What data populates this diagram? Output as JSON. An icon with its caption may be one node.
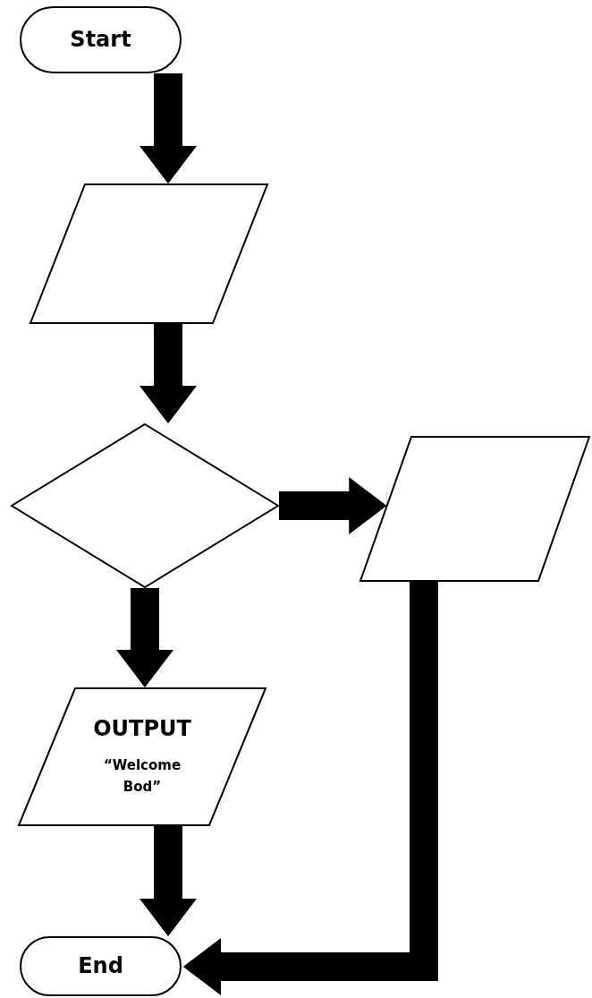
{
  "diagram": {
    "nodes": [
      {
        "text": [
          "Start"
        ]
      },
      {
        "text": [],
        "shape": "parallelogram"
      },
      {
        "text": [],
        "shape": "diamond"
      },
      {
        "text": [],
        "shape": "parallelogram"
      },
      {
        "text": [
          "OUTPUT",
          "“Welcome Bod”"
        ]
      },
      {
        "text": [
          "End"
        ]
      }
    ],
    "edges": [
      {
        "from": 0,
        "to": 1,
        "arrow": "to"
      },
      {
        "from": 1,
        "to": 2,
        "arrow": "to"
      },
      {
        "from": 2,
        "to": 3,
        "arrow": "to"
      },
      {
        "from": 2,
        "to": 4,
        "arrow": "to"
      },
      {
        "from": 4,
        "to": 5,
        "arrow": "to"
      },
      {
        "from": 3,
        "to": 5,
        "arrow": "to"
      }
    ]
  }
}
